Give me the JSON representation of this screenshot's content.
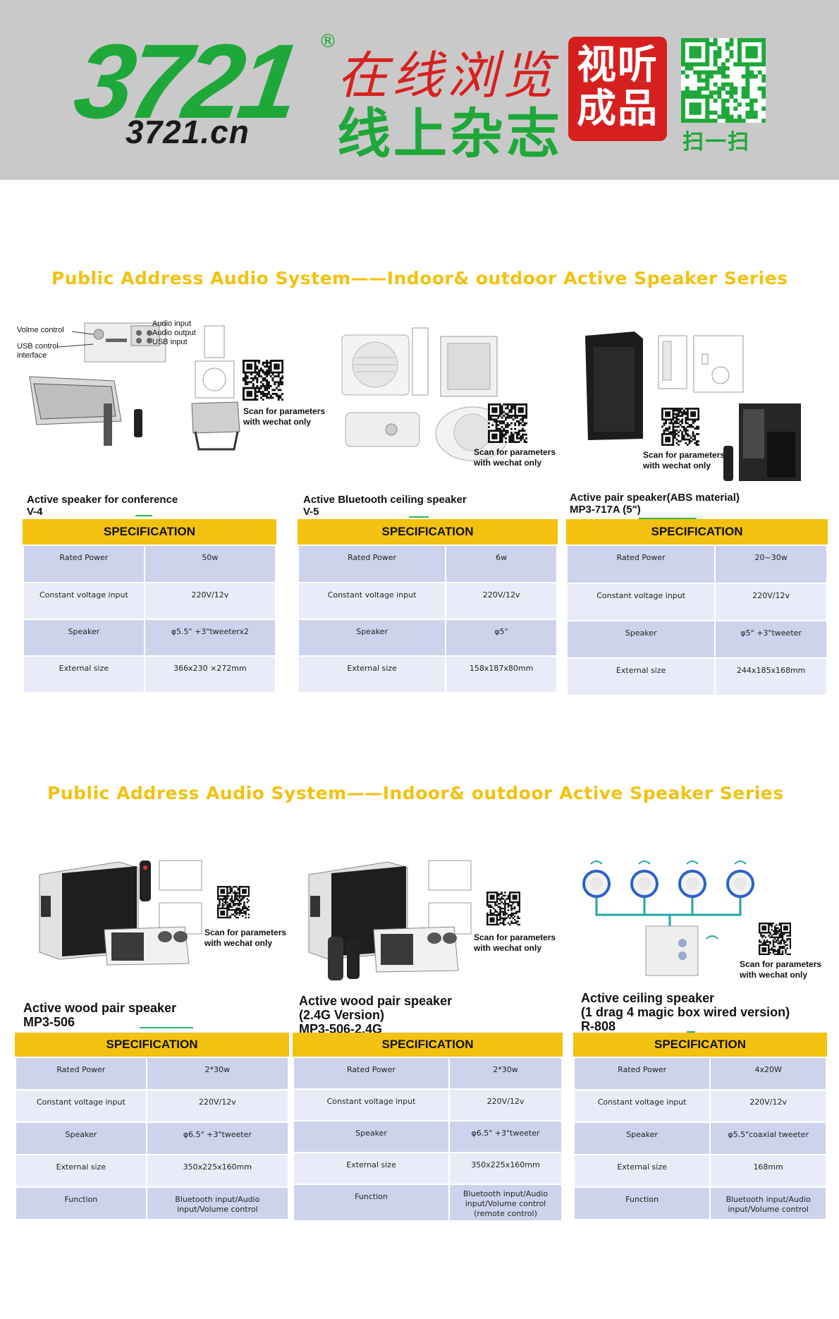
{
  "header": {
    "logo_number": "3721",
    "logo_registered": "®",
    "logo_url": "3721.cn",
    "cn_line1": "在线浏览",
    "cn_line2": "线上杂志",
    "seal_line1": "视听",
    "seal_line2": "成品",
    "scan_cn": "扫一扫"
  },
  "colors": {
    "banner_bg": "#c9c9c9",
    "brand_green": "#1ea83a",
    "brand_red": "#d82020",
    "title_yellow": "#f3c10f",
    "row_dark": "#cdd3ec",
    "row_light": "#e9ecf8"
  },
  "sections": [
    {
      "title": "Public  Address  Audio  System——Indoor& outdoor  Active  Speaker Series",
      "products": [
        {
          "image_captions": [
            "Volme control",
            "USB control",
            "interface",
            "Audio input",
            "Audio output",
            "USB input"
          ],
          "scan_line1": "Scan for parameters",
          "scan_line2": "with wechat only",
          "title_line1": "Active speaker for conference",
          "title_line2": "V-4",
          "spec_heading": "SPECIFICATION",
          "rows": [
            [
              "Rated Power",
              "50w"
            ],
            [
              "Constant voltage input",
              "220V/12v"
            ],
            [
              "Speaker",
              "φ5.5\" +3\"tweeterx2"
            ],
            [
              "External size",
              "366x230 ×272mm"
            ]
          ]
        },
        {
          "scan_line1": "Scan for parameters",
          "scan_line2": "with wechat only",
          "title_line1": "Active  Bluetooth ceiling speaker",
          "title_line2": "V-5",
          "spec_heading": "SPECIFICATION",
          "rows": [
            [
              "Rated Power",
              "6w"
            ],
            [
              "Constant voltage input",
              "220V/12v"
            ],
            [
              "Speaker",
              "φ5\""
            ],
            [
              "External size",
              "158x187x80mm"
            ]
          ]
        },
        {
          "scan_line1": "Scan for parameters",
          "scan_line2": "with wechat only",
          "title_line1": "Active pair speaker(ABS material)",
          "title_line2": "MP3-717A  (5\")",
          "spec_heading": "SPECIFICATION",
          "rows": [
            [
              "Rated Power",
              "20~30w"
            ],
            [
              "Constant voltage input",
              "220V/12v"
            ],
            [
              "Speaker",
              "φ5\" +3\"tweeter"
            ],
            [
              "External size",
              "244x185x168mm"
            ]
          ]
        }
      ]
    },
    {
      "title": "Public  Address  Audio  System——Indoor& outdoor  Active  Speaker Series",
      "products": [
        {
          "scan_line1": "Scan for parameters",
          "scan_line2": "with wechat only",
          "title_line1": "Active wood pair speaker",
          "title_line2": "MP3-506",
          "spec_heading": "SPECIFICATION",
          "rows": [
            [
              "Rated Power",
              "2*30w"
            ],
            [
              "Constant voltage input",
              "220V/12v"
            ],
            [
              "Speaker",
              "φ6.5\" +3\"tweeter"
            ],
            [
              "External size",
              "350x225x160mm"
            ],
            [
              "Function",
              "Bluetooth input/Audio input/Volume control"
            ]
          ]
        },
        {
          "scan_line1": "Scan for parameters",
          "scan_line2": "with wechat only",
          "title_line1": "Active wood pair speaker",
          "title_line2": "(2.4G Version)",
          "title_line3": "MP3-506-2.4G",
          "spec_heading": "SPECIFICATION",
          "rows": [
            [
              "Rated Power",
              "2*30w"
            ],
            [
              "Constant voltage input",
              "220V/12v"
            ],
            [
              "Speaker",
              "φ6.5\" +3\"tweeter"
            ],
            [
              "External size",
              "350x225x160mm"
            ],
            [
              "Function",
              "Bluetooth input/Audio input/Volume control (remote control)"
            ]
          ]
        },
        {
          "scan_line1": "Scan for parameters",
          "scan_line2": "with wechat only",
          "title_line1": "Active ceiling speaker",
          "title_line2": "(1 drag 4 magic box wired version)",
          "title_line3": "R-808",
          "spec_heading": "SPECIFICATION",
          "rows": [
            [
              "Rated Power",
              "4x20W"
            ],
            [
              "Constant voltage input",
              "220V/12v"
            ],
            [
              "Speaker",
              "φ5.5\"coaxial tweeter"
            ],
            [
              "External size",
              "168mm"
            ],
            [
              "Function",
              "Bluetooth input/Audio input/Volume control"
            ]
          ]
        }
      ]
    }
  ]
}
